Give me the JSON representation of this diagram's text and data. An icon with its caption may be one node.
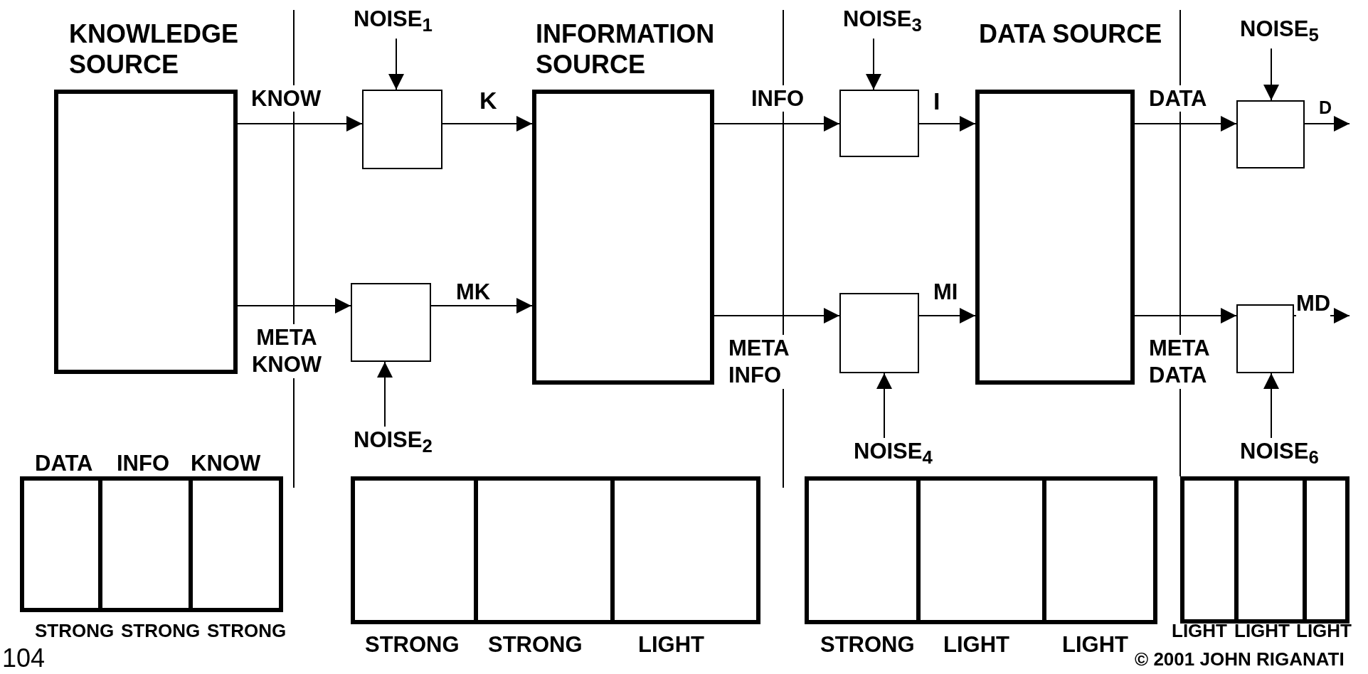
{
  "diagram": {
    "nodes": [
      {
        "text": [
          "KNOWLEDGE SOURCE"
        ]
      },
      {
        "text": [
          "NOISE$_{1}$"
        ]
      },
      {
        "text": [],
        "shape": "box"
      },
      {
        "text": [
          "INFORMATION SOURCE"
        ]
      },
      {
        "text": [
          "NOISE$_{3}$"
        ]
      },
      {
        "text": [],
        "shape": "box"
      },
      {
        "text": [
          "DATA SOURCE"
        ]
      },
      {
        "text": [
          "NOISE$_{5}$"
        ]
      },
      {
        "text": [],
        "shape": "box"
      },
      {
        "text": [],
        "shape": "box"
      },
      {
        "text": [],
        "shape": "box"
      },
      {
        "text": [],
        "shape": "box"
      },
      {
        "text": [
          "NOISE$_{2}$"
        ]
      },
      {
        "text": [
          "NOISE$_{4}$"
        ]
      },
      {
        "text": [
          "NOISE$_{6}$"
        ]
      },
      {
        "text": [],
        "shape": "box"
      },
      {
        "text": [],
        "shape": "box"
      },
      {
        "text": [],
        "shape": "box"
      },
      {
        "text": [],
        "shape": "box"
      }
    ],
    "edges": [
      {
        "from": 0,
        "to": 2,
        "arrow": "to",
        "label": "KNOW"
      },
      {
        "from": 2,
        "to": 3,
        "arrow": "to",
        "label": "K"
      },
      {
        "from": 0,
        "to": 9,
        "arrow": "to",
        "label": "META KNOW"
      },
      {
        "from": 9,
        "to": 3,
        "arrow": "to",
        "label": "MK"
      },
      {
        "from": 3,
        "to": 5,
        "arrow": "to",
        "label": "INFO"
      },
      {
        "from": 5,
        "to": 6,
        "arrow": "to",
        "label": "I"
      },
      {
        "from": 3,
        "to": 10,
        "arrow": "to",
        "label": "META INFO"
      },
      {
        "from": 10,
        "to": 6,
        "arrow": "to",
        "label": "MI"
      },
      {
        "from": 6,
        "to": 8,
        "arrow": "to",
        "label": "DATA"
      },
      {
        "from": 8,
        "to": null,
        "arrow": "to",
        "label": "D"
      },
      {
        "from": 6,
        "to": 11,
        "arrow": "to",
        "label": "META DATA"
      },
      {
        "from": 11,
        "to": null,
        "arrow": "to",
        "label": "MD"
      },
      {
        "from": 1,
        "to": 2,
        "arrow": "to"
      },
      {
        "from": 12,
        "to": 9,
        "arrow": "to"
      },
      {
        "from": 4,
        "to": 5,
        "arrow": "to"
      },
      {
        "from": 13,
        "to": 10,
        "arrow": "to"
      },
      {
        "from": 7,
        "to": 8,
        "arrow": "to"
      },
      {
        "from": 14,
        "to": 11,
        "arrow": "to"
      }
    ],
    "labels": [
      "DATA",
      "INFO",
      "KNOW",
      "STRONG",
      "STRONG",
      "STRONG",
      "STRONG",
      "STRONG",
      "LIGHT",
      "STRONG",
      "LIGHT",
      "LIGHT",
      "LIGHT",
      "LIGHT",
      "LIGHT",
      "104",
      "© 2001 JOHN RIGANATI"
    ]
  }
}
